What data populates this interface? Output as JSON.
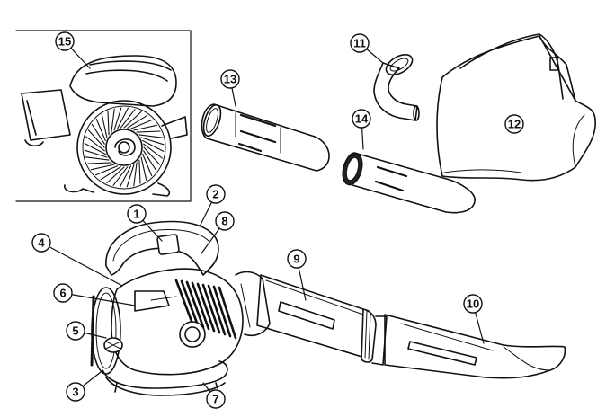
{
  "callouts": [
    {
      "id": "c1",
      "label": "1"
    },
    {
      "id": "c2",
      "label": "2"
    },
    {
      "id": "c3",
      "label": "3"
    },
    {
      "id": "c4",
      "label": "4"
    },
    {
      "id": "c5",
      "label": "5"
    },
    {
      "id": "c6",
      "label": "6"
    },
    {
      "id": "c7",
      "label": "7"
    },
    {
      "id": "c8",
      "label": "8"
    },
    {
      "id": "c9",
      "label": "9"
    },
    {
      "id": "c10",
      "label": "10"
    },
    {
      "id": "c11",
      "label": "11"
    },
    {
      "id": "c12",
      "label": "12"
    },
    {
      "id": "c13",
      "label": "13"
    },
    {
      "id": "c14",
      "label": "14"
    },
    {
      "id": "c15",
      "label": "15"
    }
  ],
  "colors": {
    "ink": "#111111",
    "paper": "#ffffff",
    "shade": "#333333"
  }
}
